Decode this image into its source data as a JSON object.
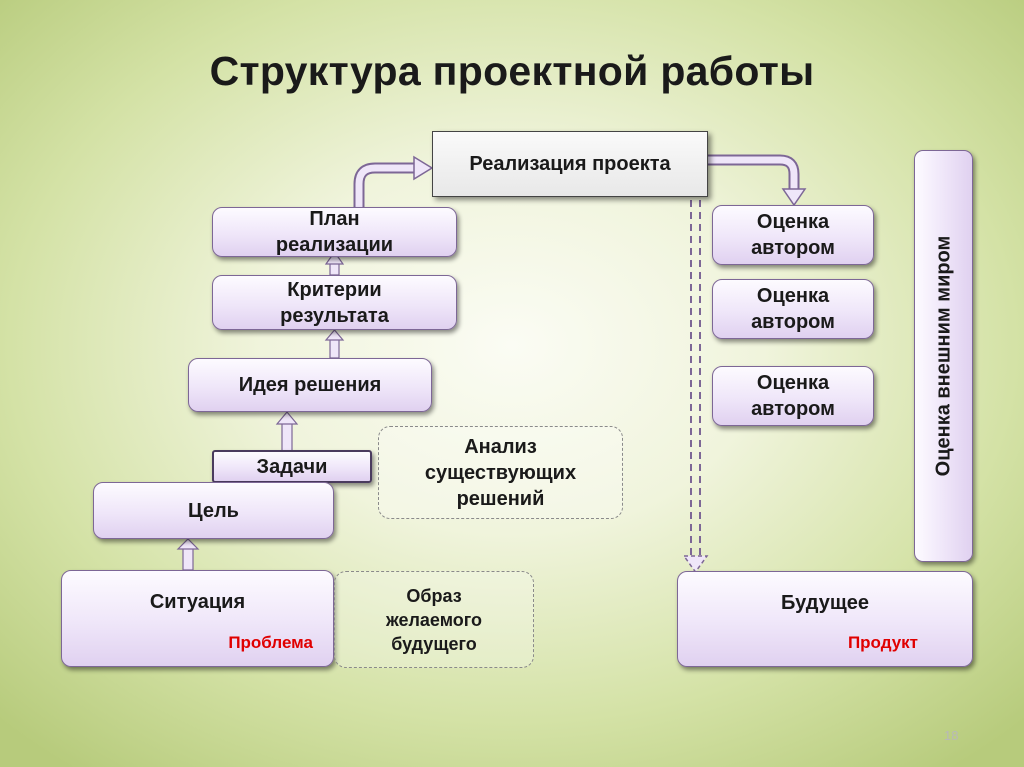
{
  "title": "Структура проектной работы",
  "nodes": {
    "realization": "Реализация проекта",
    "plan_line1": "План",
    "plan_line2": "реализации",
    "criteria_line1": "Критерии",
    "criteria_line2": "результата",
    "idea": "Идея решения",
    "tasks": "Задачи",
    "goal": "Цель",
    "situation": "Ситуация",
    "problem": "Проблема",
    "analysis_line1": "Анализ",
    "analysis_line2": "существующих",
    "analysis_line3": "решений",
    "image_line1": "Образ",
    "image_line2": "желаемого",
    "image_line3": "будущего",
    "assessment1_line1": "Оценка",
    "assessment1_line2": "автором",
    "assessment2_line1": "Оценка",
    "assessment2_line2": "автором",
    "assessment3_line1": "Оценка",
    "assessment3_line2": "автором",
    "future": "Будущее",
    "product": "Продукт",
    "world_assessment": "Оценка внешним миром"
  },
  "page_number": "18",
  "colors": {
    "box_border": "#7d6796",
    "box_fill": "#efe6f9",
    "accent_red": "#e00000",
    "background": "#d4e2a6"
  }
}
